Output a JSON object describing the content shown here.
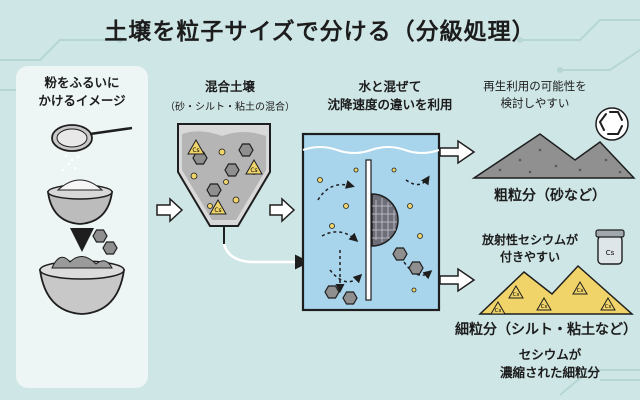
{
  "title": "土壌を粒子サイズで分ける（分級処理）",
  "left_panel": {
    "line1": "粉をふるいに",
    "line2": "かけるイメージ"
  },
  "mixed_soil": {
    "title": "混合土壌",
    "subtitle": "（砂・シルト・粘土の混合）"
  },
  "water": {
    "line1": "水と混ぜて",
    "line2": "沈降速度の違いを利用"
  },
  "recycle": {
    "line1": "再生利用の可能性を",
    "line2": "検討しやすい"
  },
  "coarse": {
    "label": "粗粒分（砂など）"
  },
  "radioactive": {
    "line1": "放射性セシウムが",
    "line2": "付きやすい"
  },
  "fine": {
    "label": "細粒分（シルト・粘土など）",
    "line1": "セシウムが",
    "line2": "濃縮された細粒分"
  },
  "marker": "Cs",
  "colors": {
    "background": "#cfe6e6",
    "water": "#a8d4ec",
    "sand": "#f0d46a",
    "gravel": "#8f8f8f",
    "arrow": "#ffffff",
    "outline": "#1e1e1e"
  }
}
